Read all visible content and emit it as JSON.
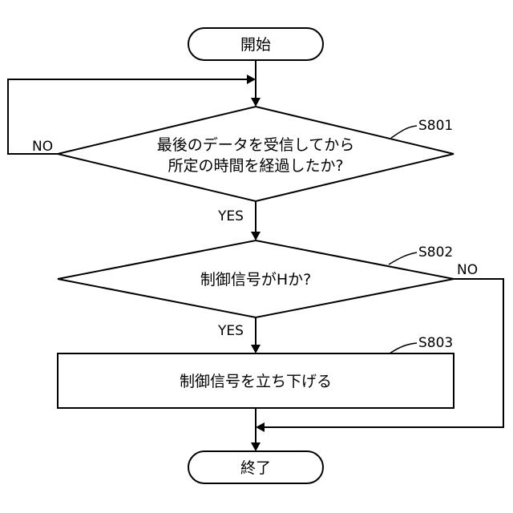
{
  "flowchart": {
    "start": {
      "label": "開始"
    },
    "decision_s801": {
      "step_id": "S801",
      "line1": "最後のデータを受信してから",
      "line2": "所定の時間を経過したか?",
      "yes_label": "YES",
      "no_label": "NO"
    },
    "decision_s802": {
      "step_id": "S802",
      "label": "制御信号がHか?",
      "yes_label": "YES",
      "no_label": "NO"
    },
    "process_s803": {
      "step_id": "S803",
      "label": "制御信号を立ち下げる"
    },
    "end": {
      "label": "終了"
    }
  }
}
